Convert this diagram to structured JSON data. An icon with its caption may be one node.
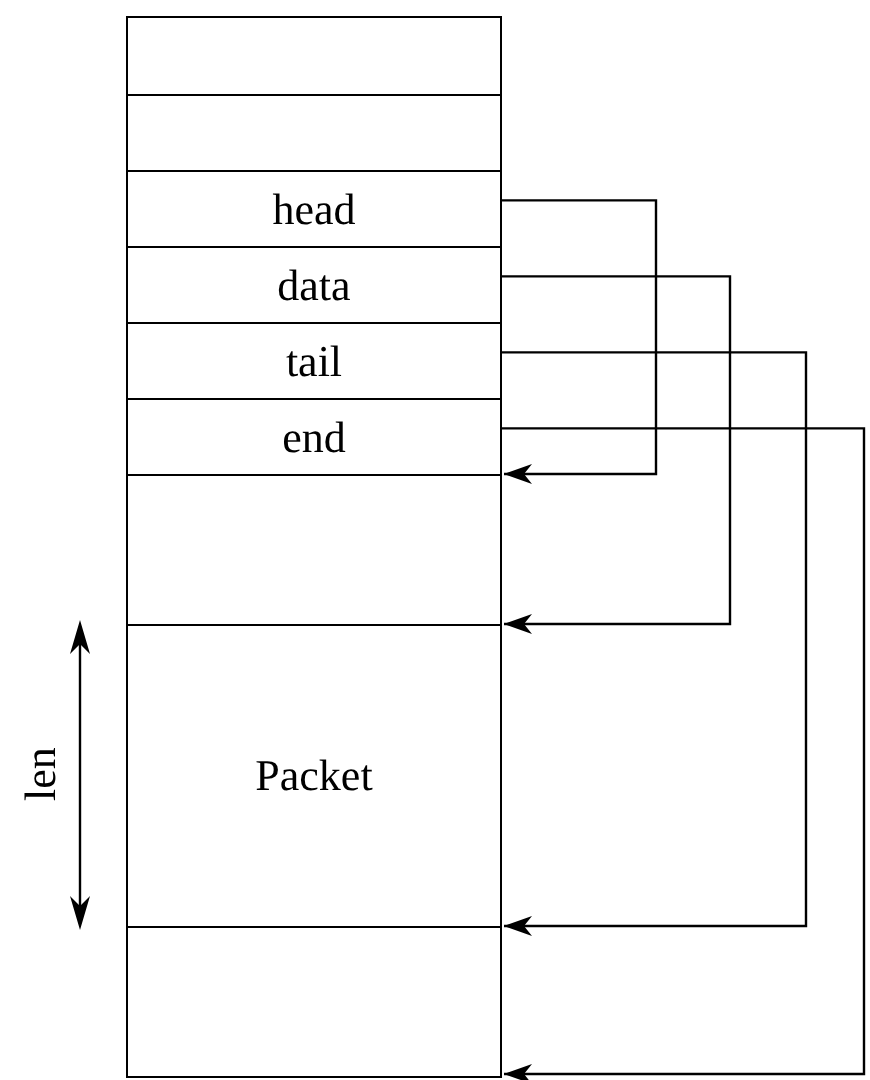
{
  "diagram": {
    "nodes": [
      {
        "text": [],
        "shape": "box"
      },
      {
        "text": [],
        "shape": "box"
      },
      {
        "text": [
          "head"
        ]
      },
      {
        "text": [
          "data"
        ]
      },
      {
        "text": [
          "tail"
        ]
      },
      {
        "text": [
          "end"
        ]
      },
      {
        "text": [],
        "shape": "box"
      },
      {
        "text": [
          "Packet"
        ]
      },
      {
        "text": [],
        "shape": "box"
      }
    ],
    "edges": [
      {
        "from": 2,
        "to": 6,
        "arrow": "to"
      },
      {
        "from": 3,
        "to": 7,
        "arrow": "to"
      },
      {
        "from": 4,
        "to": 8,
        "arrow": "to"
      },
      {
        "from": 5,
        "to": 8,
        "arrow": "to"
      }
    ],
    "labels": [
      "len"
    ]
  }
}
